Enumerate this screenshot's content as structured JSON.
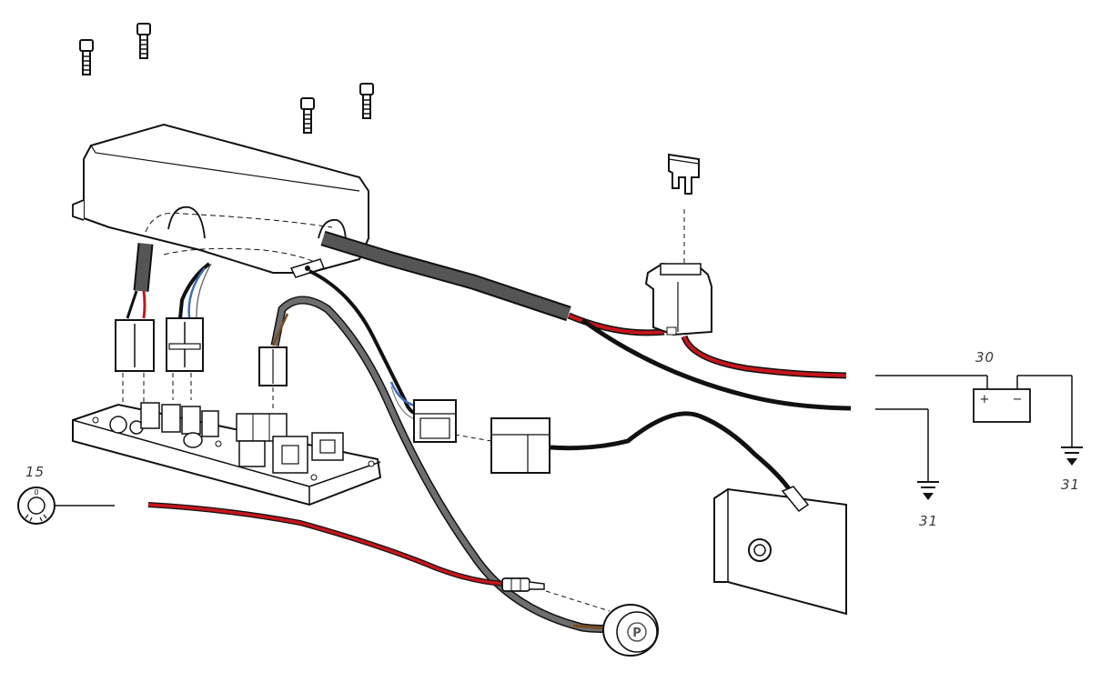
{
  "labels": {
    "ignition_terminal": "15",
    "battery_terminal": "30",
    "ground_left": "31",
    "ground_right": "31"
  },
  "symbols": {
    "battery_plus": "+",
    "battery_minus": "−",
    "button_mark": "P",
    "ignition_mark": "0"
  },
  "wire_colors": {
    "red": "#c4161c",
    "black": "#111111",
    "grey": "#6e6e6e",
    "dark_grey_sheath": "#555555",
    "blue": "#3f6fb5",
    "brown": "#7a4a1e"
  },
  "icons": [
    "screw-icon",
    "fuse-icon",
    "battery-icon",
    "ground-icon",
    "ignition-switch-icon",
    "push-button-icon"
  ]
}
